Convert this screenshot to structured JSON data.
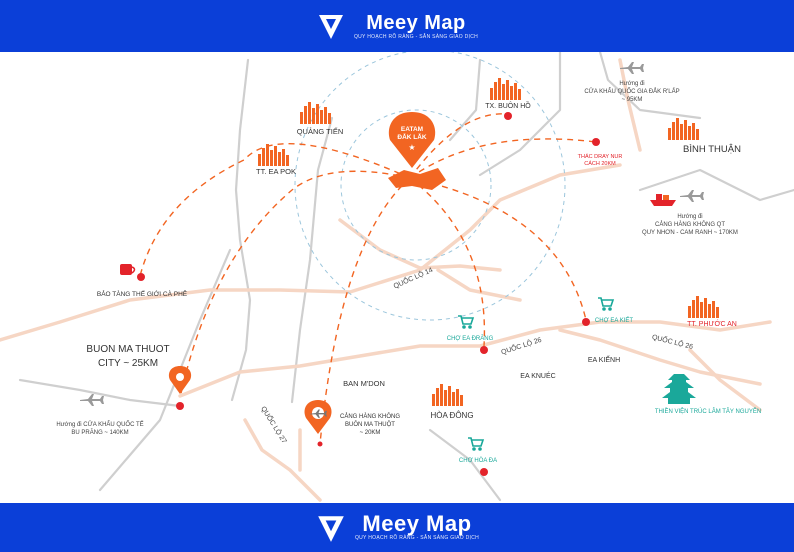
{
  "brand": {
    "name": "Meey Map",
    "tagline": "QUY HOẠCH RÕ RÀNG - SẴN SÀNG GIAO DỊCH"
  },
  "colors": {
    "brand_blue": "#0b3fd8",
    "accent_orange": "#f26522",
    "marker_red": "#e3232a",
    "road_orange": "#f7d9c9",
    "road_gray": "#c8c8c8",
    "teal": "#1aa89a"
  },
  "center": {
    "name_line1": "EATAM",
    "name_line2": "ĐẮK LẮK"
  },
  "places": {
    "tx_buon_ho": "TX. BUÔN HỒ",
    "quang_tien": "QUẢNG TIẾN",
    "tt_ea_pok": "TT. EA POK",
    "binh_thuan": "BÌNH THUẬN",
    "thac_line1": "THÁC DRAY NUR",
    "thac_line2": "CÁCH 20KM",
    "bao_tang": "BẢO TÀNG THẾ GIỚI CÀ PHÊ",
    "bmt_line1": "BUON MA THUOT",
    "bmt_line2": "CITY ~ 25KM",
    "ban_mdon": "BAN M'DON",
    "hoa_dong": "HÒA ĐÔNG",
    "cho_ea_drang": "CHỢ EA ĐRĂNG",
    "cho_ea_kiet": "CHỢ EA KIẾT",
    "tt_phuoc_an": "TT. PHƯỚC AN",
    "ea_kienh": "EA KIẾNH",
    "ea_knuec": "EA KNUÉC",
    "cho_hoa_da": "CHỢ HÒA ĐA",
    "thien_vien": "THIỀN VIỆN TRÚC LÂM TÂY NGUYÊN"
  },
  "roads": {
    "ql14": "QUỐC LỘ 14",
    "ql26a": "QUỐC LỘ 26",
    "ql26b": "QUỐC LỘ 26",
    "ql27": "QUỐC LỘ 27"
  },
  "routes": {
    "dak_rlap": [
      "Hướng đi",
      "CỬA KHẨU QUỐC GIA ĐẮK R'LẤP",
      "~ 95KM"
    ],
    "qui_nhon": [
      "Hướng đi",
      "CẢNG HÀNG KHÔNG QT",
      "QUY NHƠN - CAM RANH ~ 170KM"
    ],
    "bu_prang": [
      "Hướng đi CỬA KHẨU QUỐC TẾ",
      "BU PRĂNG ~ 140KM"
    ],
    "airport": [
      "CẢNG HÀNG KHÔNG",
      "BUÔN MA THUỘT",
      "~ 20KM"
    ]
  },
  "icons": {
    "plane": "airplane-icon",
    "ship": "cargo-ship-icon",
    "cart": "shopping-cart-icon",
    "cup": "coffee-cup-icon",
    "skyline": "city-skyline-icon",
    "pagoda": "pagoda-icon",
    "pin": "location-pin-icon"
  }
}
